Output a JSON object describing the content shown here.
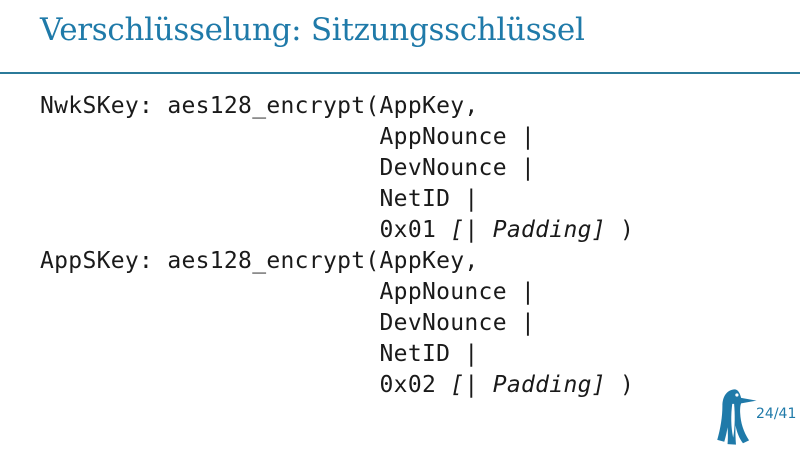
{
  "slide": {
    "title": "Verschlüsselung: Sitzungsschlüssel",
    "colors": {
      "accent": "#1F7AA9",
      "rule": "#2B7A99",
      "code": "#1A1A1A"
    }
  },
  "code": {
    "lines": [
      {
        "parts": [
          {
            "t": "NwkSKey: aes128_encrypt(AppKey,",
            "i": false
          }
        ]
      },
      {
        "parts": [
          {
            "t": "                        AppNounce |",
            "i": false
          }
        ]
      },
      {
        "parts": [
          {
            "t": "                        DevNounce |",
            "i": false
          }
        ]
      },
      {
        "parts": [
          {
            "t": "                        NetID |",
            "i": false
          }
        ]
      },
      {
        "parts": [
          {
            "t": "                        0x01 ",
            "i": false
          },
          {
            "t": "[| Padding]",
            "i": true
          },
          {
            "t": " )",
            "i": false
          }
        ]
      },
      {
        "parts": [
          {
            "t": "AppSKey: aes128_encrypt(AppKey,",
            "i": false
          }
        ]
      },
      {
        "parts": [
          {
            "t": "                        AppNounce |",
            "i": false
          }
        ]
      },
      {
        "parts": [
          {
            "t": "                        DevNounce |",
            "i": false
          }
        ]
      },
      {
        "parts": [
          {
            "t": "                        NetID |",
            "i": false
          }
        ]
      },
      {
        "parts": [
          {
            "t": "                        0x02 ",
            "i": false
          },
          {
            "t": "[| Padding]",
            "i": true
          },
          {
            "t": " )",
            "i": false
          }
        ]
      }
    ]
  },
  "footer": {
    "page_number": "24/41",
    "logo_name": "penguin-logo"
  }
}
